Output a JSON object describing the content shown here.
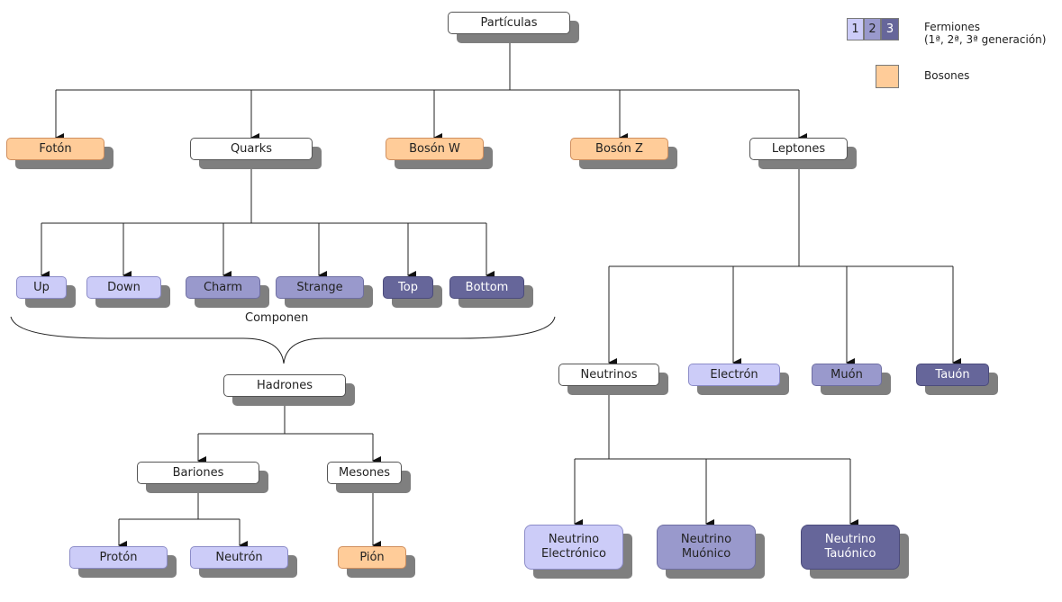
{
  "nodes": {
    "particulas": "Partículas",
    "foton": "Fotón",
    "quarks": "Quarks",
    "boson_w": "Bosón W",
    "boson_z": "Bosón Z",
    "leptones": "Leptones",
    "up": "Up",
    "down": "Down",
    "charm": "Charm",
    "strange": "Strange",
    "top": "Top",
    "bottom": "Bottom",
    "hadrones": "Hadrones",
    "bariones": "Bariones",
    "mesones": "Mesones",
    "proton": "Protón",
    "neutron": "Neutrón",
    "pion": "Pión",
    "neutrinos": "Neutrinos",
    "electron": "Electrón",
    "muon": "Muón",
    "tauon": "Tauón",
    "neutrino_electronico": [
      "Neutrino",
      "Electrónico"
    ],
    "neutrino_muonico": [
      "Neutrino",
      "Muónico"
    ],
    "neutrino_tauonico": [
      "Neutrino",
      "Tauónico"
    ]
  },
  "brace_label": "Componen",
  "legend": {
    "fermion_gens": [
      "1",
      "2",
      "3"
    ],
    "fermion_label": [
      "Fermiones",
      "(1ª, 2ª, 3ª generación)"
    ],
    "boson_label": "Bosones"
  },
  "colors": {
    "gen1": "#ccccf8",
    "gen2": "#9999cc",
    "gen3": "#66669a",
    "boson": "#ffcc99",
    "neutral": "#ffffff",
    "shadow": "#7f7f7f"
  }
}
